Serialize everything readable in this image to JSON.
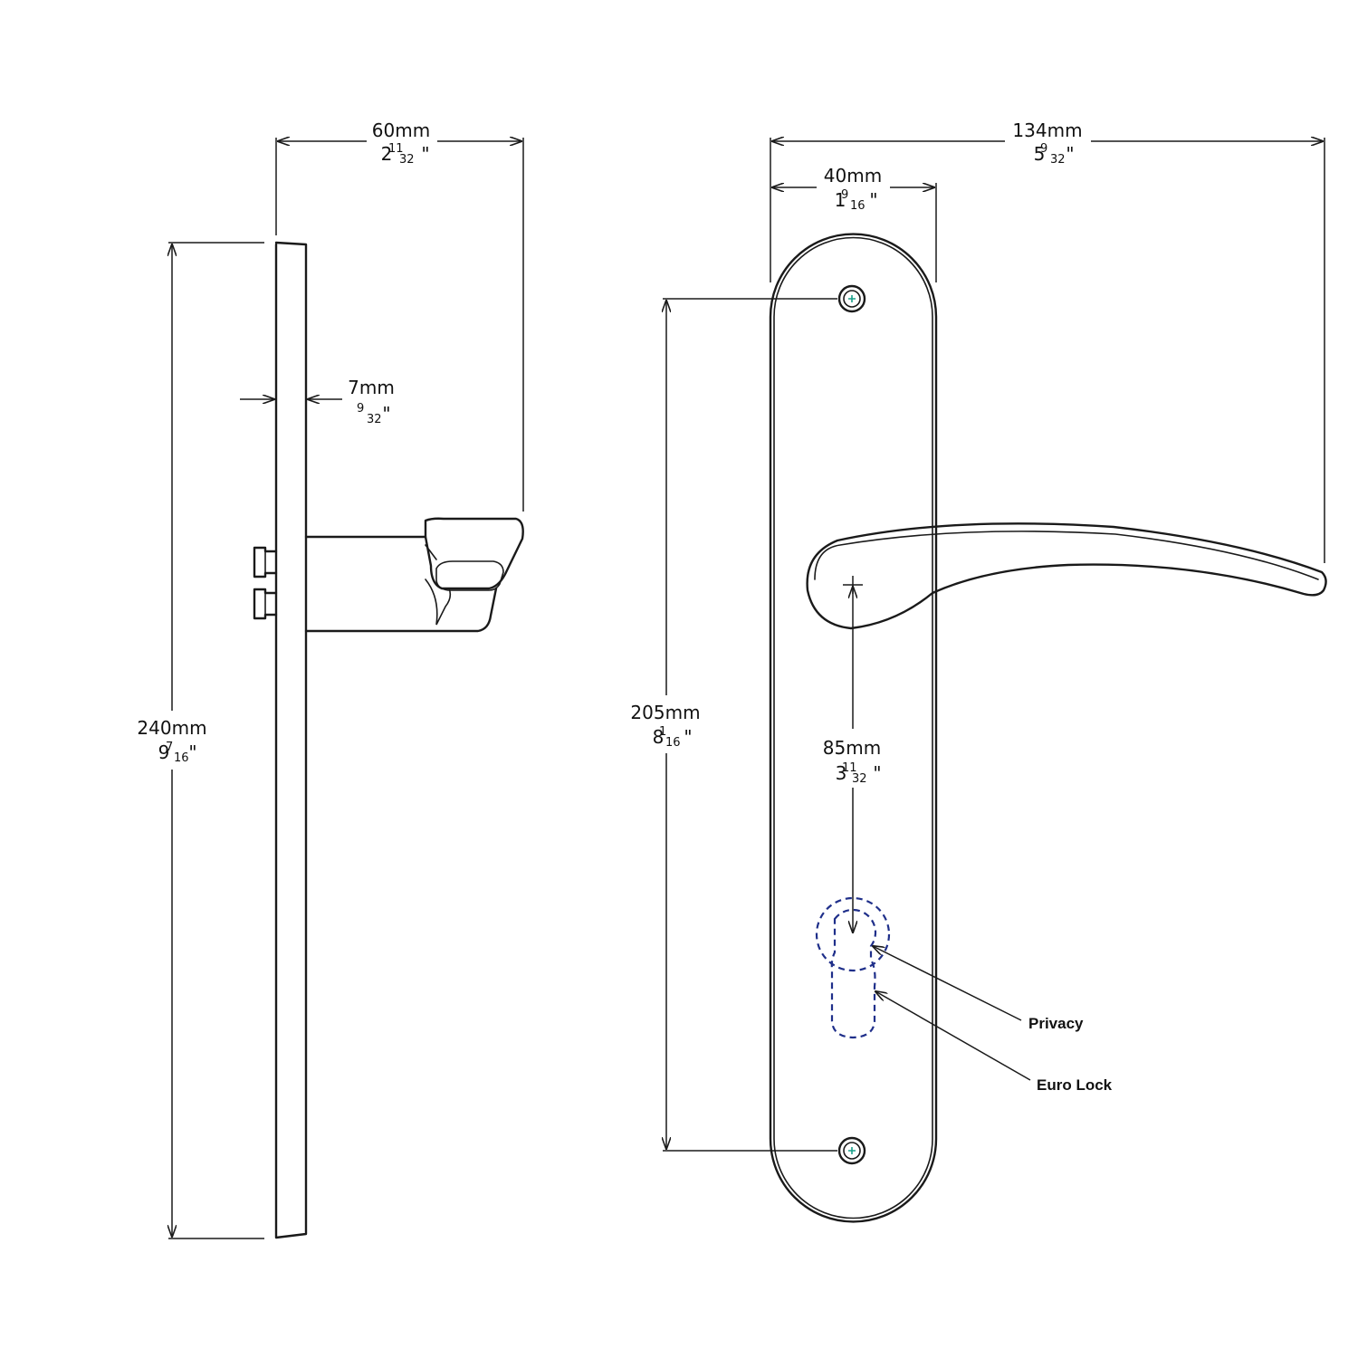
{
  "dimensions": {
    "overall_depth": {
      "metric": "60mm",
      "whole": "2",
      "num": "11",
      "den": "32",
      "mark": "\""
    },
    "plate_thickness": {
      "metric": "7mm",
      "whole": "",
      "num": "9",
      "den": "32",
      "mark": "\""
    },
    "plate_height": {
      "metric": "240mm",
      "whole": "9",
      "num": "7",
      "den": "16",
      "mark": "\""
    },
    "overall_width": {
      "metric": "134mm",
      "whole": "5",
      "num": "9",
      "den": "32",
      "mark": "\""
    },
    "plate_width": {
      "metric": "40mm",
      "whole": "1",
      "num": "9",
      "den": "16",
      "mark": "\""
    },
    "screw_centers": {
      "metric": "205mm",
      "whole": "8",
      "num": "1",
      "den": "16",
      "mark": "\""
    },
    "backset_to_lock": {
      "metric": "85mm",
      "whole": "3",
      "num": "11",
      "den": "32",
      "mark": "\""
    }
  },
  "callouts": {
    "privacy": "Privacy",
    "euro_lock": "Euro Lock"
  },
  "colors": {
    "outline": "#1a1a1a",
    "dashed_lock": "#1f2f8a",
    "screw_mark": "#1aa08a"
  }
}
